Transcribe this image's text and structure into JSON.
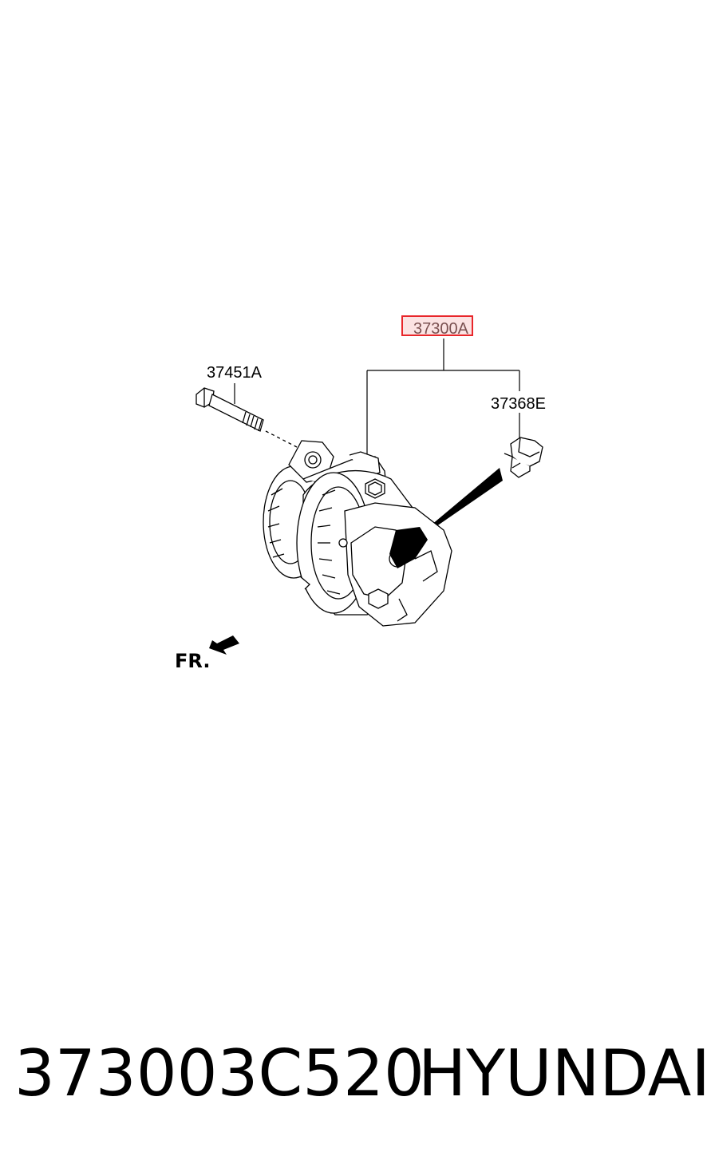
{
  "callouts": {
    "alternator": "37300A",
    "bolt": "37451A",
    "connector": "37368E"
  },
  "front_marker": "FR.",
  "footer": {
    "part_number": "373003C520",
    "brand": "HYUNDAI"
  },
  "colors": {
    "highlight_border": "#e8262a",
    "highlight_fill": "#fbe3e3",
    "line": "#000000"
  }
}
